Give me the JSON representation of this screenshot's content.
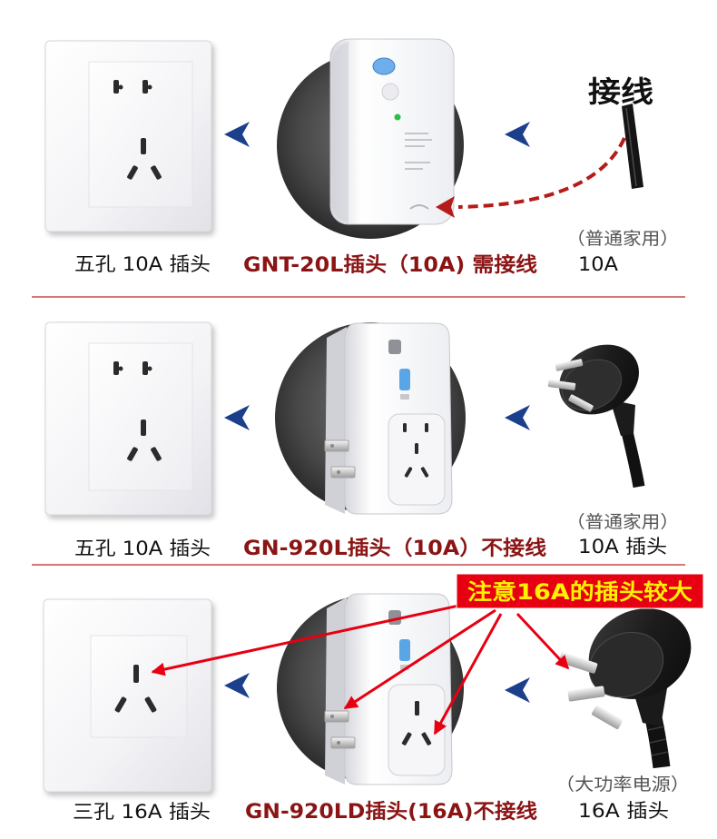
{
  "rows": [
    {
      "socket_caption": "五孔 10A 插头",
      "device_caption": "GNT-20L插头（10A) 需接线",
      "source_label": "接线",
      "source_note": "（普通家用）",
      "source_caption": "10A"
    },
    {
      "socket_caption": "五孔 10A 插头",
      "device_caption": "GN-920L插头（10A）不接线",
      "source_note": "（普通家用）",
      "source_caption": "10A 插头"
    },
    {
      "socket_caption": "三孔 16A 插头",
      "device_caption": "GN-920LD插头(16A)不接线",
      "source_note": "（大功率电源）",
      "source_caption": "16A 插头"
    }
  ],
  "notice": "注意16A的插头较大",
  "icons": {
    "direction_arrow": "chevron-left-icon",
    "socket_five_hole": "socket-five-hole-icon",
    "socket_three_hole": "socket-three-hole-icon",
    "protector_plug": "leakage-protector-plug-icon",
    "wire": "wire-icon",
    "power_plug": "power-plug-icon"
  },
  "colors": {
    "caption": "#111111",
    "device_caption": "#8b1414",
    "note": "#555555",
    "arrow_blue": "#1b3f8b",
    "arrow_red": "#e60012",
    "wire_arrow": "#b51b1b",
    "notice_bg": "#e60012",
    "notice_text": "#fff200",
    "divider": "#c94a4a"
  }
}
